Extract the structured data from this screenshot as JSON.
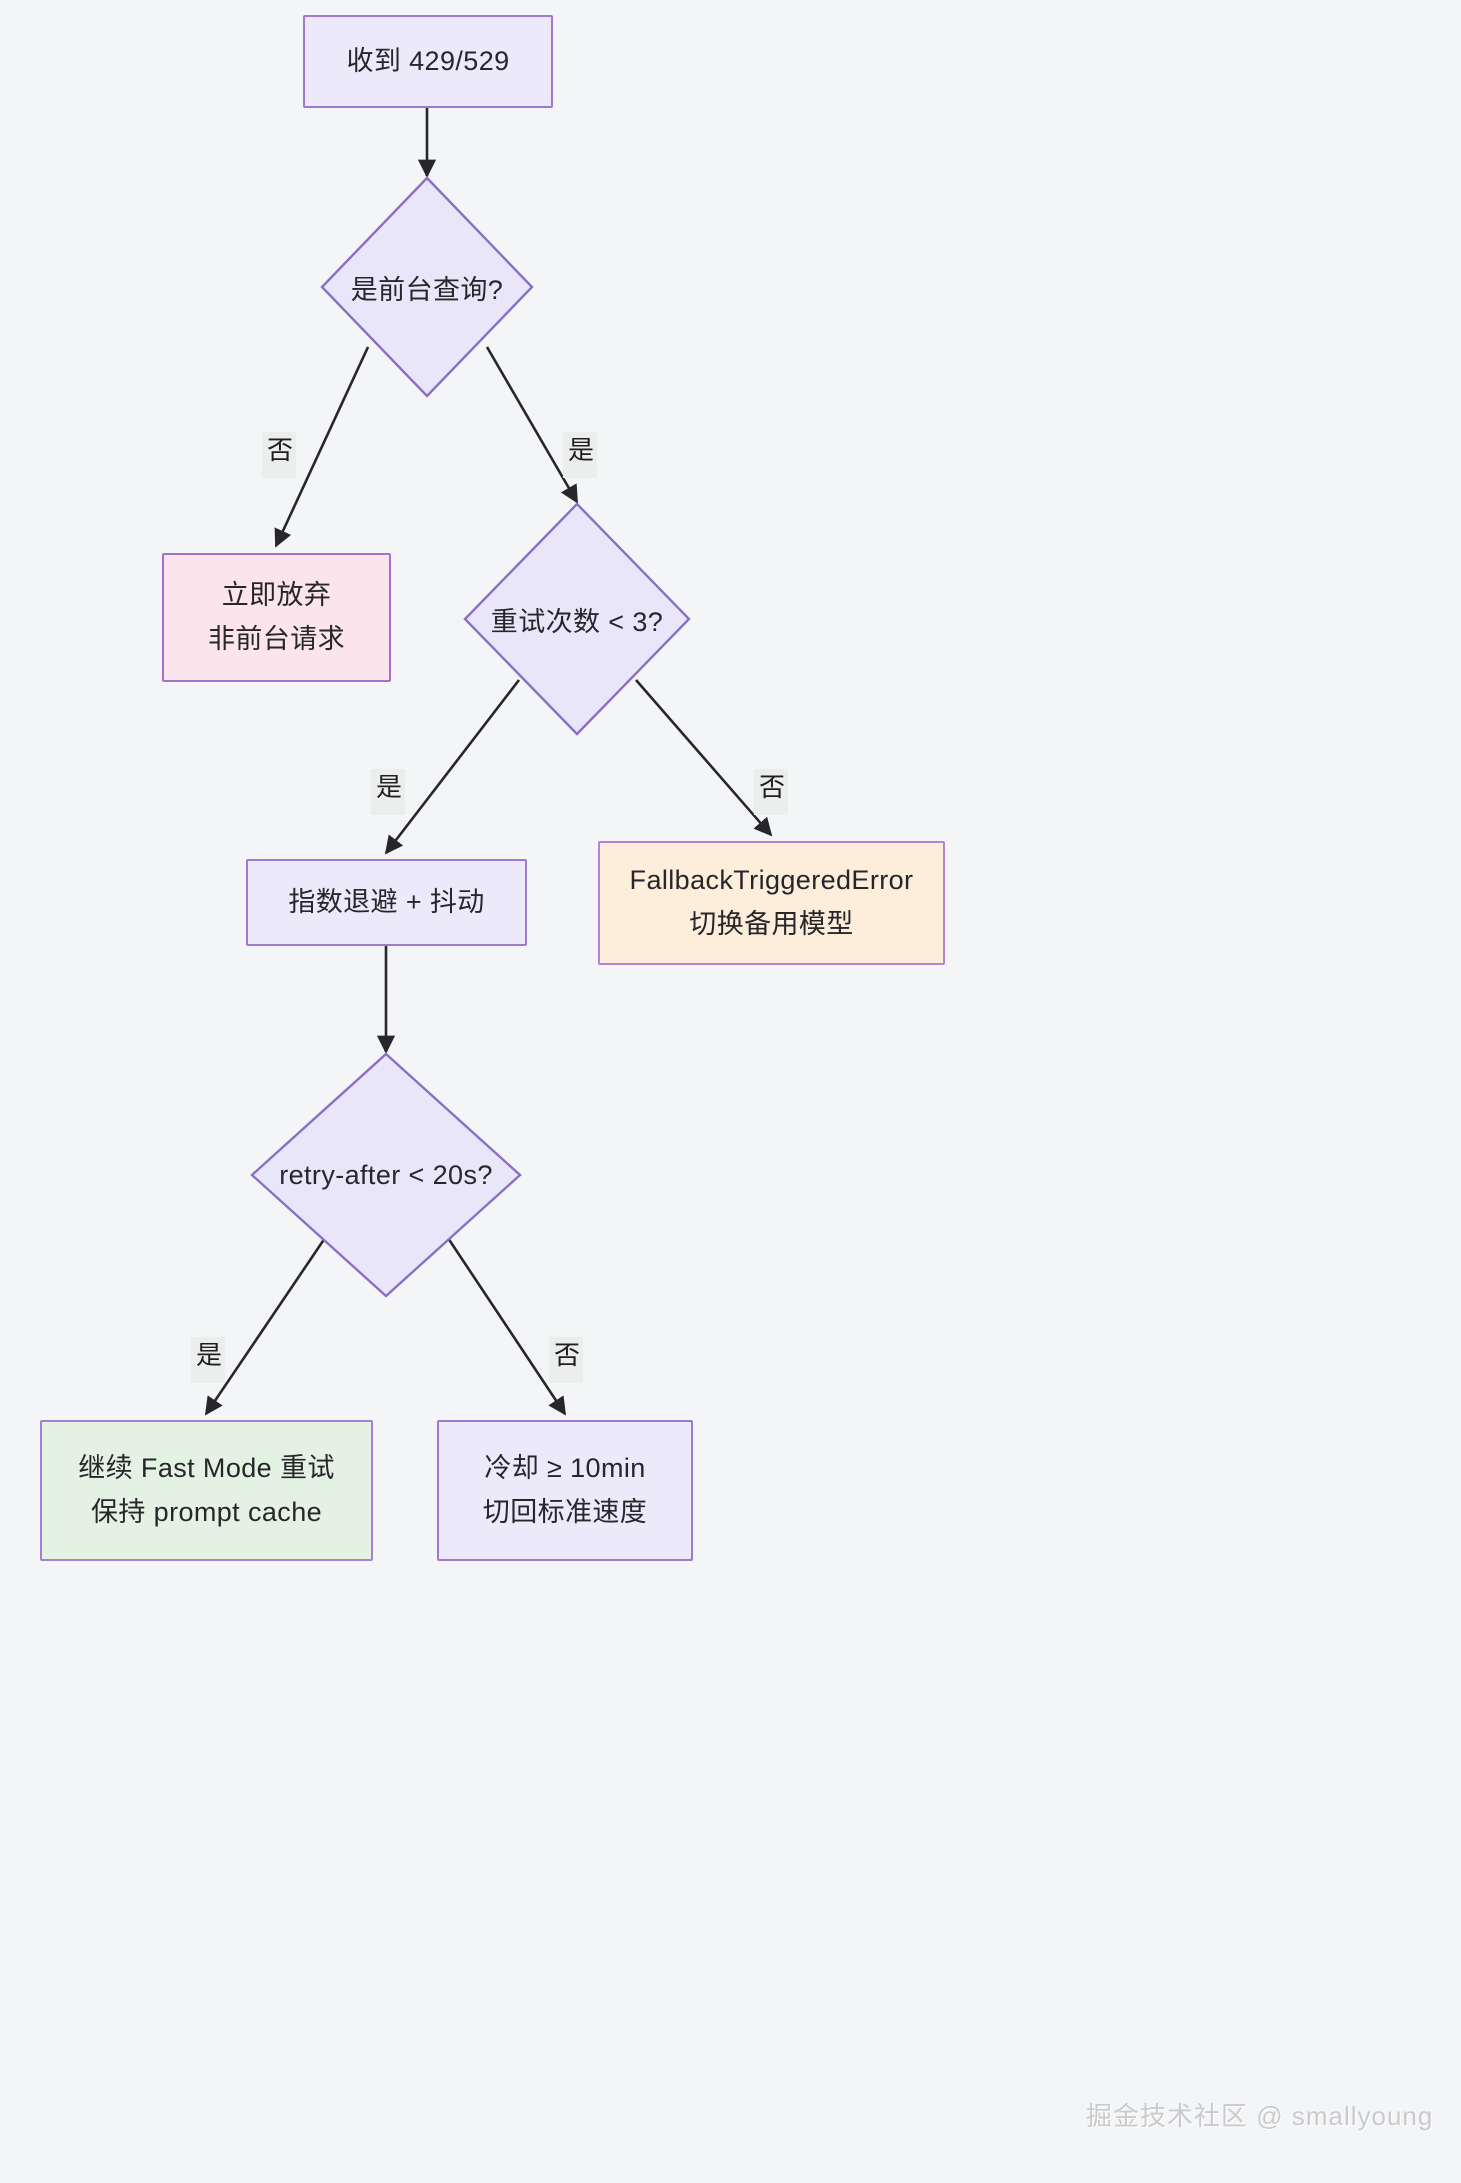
{
  "diagram": {
    "type": "flowchart",
    "direction": "top-down",
    "background_color": "#f4f5f7",
    "title_text": "",
    "nodes": [
      {
        "id": "n1",
        "shape": "rectangle",
        "style": "purple",
        "lines": [
          "收到 429/529"
        ]
      },
      {
        "id": "d1",
        "shape": "diamond",
        "style": "lavender",
        "lines": [
          "是前台查询?"
        ]
      },
      {
        "id": "n2",
        "shape": "rectangle",
        "style": "pink",
        "lines": [
          "立即放弃",
          "非前台请求"
        ]
      },
      {
        "id": "d2",
        "shape": "diamond",
        "style": "lavender",
        "lines": [
          "重试次数 < 3?"
        ]
      },
      {
        "id": "n3",
        "shape": "rectangle",
        "style": "purple",
        "lines": [
          "指数退避 + 抖动"
        ]
      },
      {
        "id": "n4",
        "shape": "rectangle",
        "style": "orange",
        "lines": [
          "FallbackTriggeredError",
          "切换备用模型"
        ]
      },
      {
        "id": "d3",
        "shape": "diamond",
        "style": "lavender",
        "lines": [
          "retry-after < 20s?"
        ]
      },
      {
        "id": "n5",
        "shape": "rectangle",
        "style": "green",
        "lines": [
          "继续 Fast Mode 重试",
          "保持 prompt cache"
        ]
      },
      {
        "id": "n6",
        "shape": "rectangle",
        "style": "purple",
        "lines": [
          "冷却 ≥ 10min",
          "切回标准速度"
        ]
      }
    ],
    "edges": [
      {
        "from": "n1",
        "to": "d1",
        "label": ""
      },
      {
        "from": "d1",
        "to": "n2",
        "label": "否"
      },
      {
        "from": "d1",
        "to": "d2",
        "label": "是"
      },
      {
        "from": "d2",
        "to": "n3",
        "label": "是"
      },
      {
        "from": "d2",
        "to": "n4",
        "label": "否"
      },
      {
        "from": "n3",
        "to": "d3",
        "label": ""
      },
      {
        "from": "d3",
        "to": "n5",
        "label": "是"
      },
      {
        "from": "d3",
        "to": "n6",
        "label": "否"
      }
    ],
    "colors": {
      "purple_fill": "#ece9fb",
      "purple_border": "#9f79cf",
      "pink_fill": "#fce4ec",
      "pink_border": "#a86fc9",
      "orange_fill": "#fdeedb",
      "orange_border": "#b184d8",
      "green_fill": "#e4f2e4",
      "green_border": "#a97ed2",
      "diamond_fill": "#e9e6fa",
      "diamond_border": "#8a6fc4",
      "edge_stroke": "#26262b",
      "edge_label_bg": "#eceded"
    }
  },
  "watermark": {
    "text": "掘金技术社区 @ smallyoung"
  }
}
